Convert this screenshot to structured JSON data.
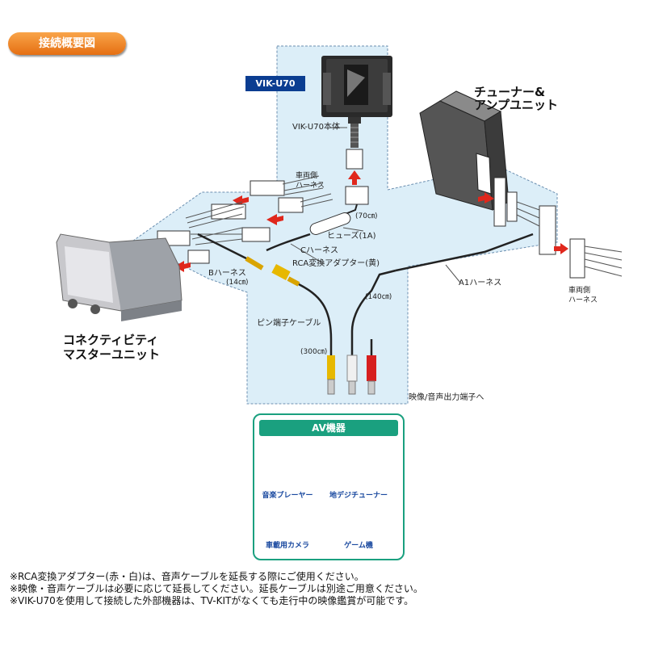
{
  "title": "接続概要図",
  "badge": "VIK-U70",
  "labels": {
    "vik_body": "VIK-U70本体",
    "vehicle_harness_top": [
      "車両側",
      "ハーネス"
    ],
    "len_70": "(70㎝)",
    "fuse": "ヒューズ(1A)",
    "c_harness": "Cハーネス",
    "rca_yellow": "RCA変換アダプター(黄)",
    "b_harness": "Bハーネス",
    "len_14": "(14㎝)",
    "a1_harness": "A1ハーネス",
    "len_140": "(140㎝)",
    "pin_cable": "ピン端子ケーブル",
    "len_300": "(300㎝)",
    "av_output": "映像/音声出力端子へ",
    "tuner_unit": [
      "チューナー&",
      "アンプユニット"
    ],
    "vehicle_harness_right": [
      "車両側",
      "ハーネス"
    ],
    "connectivity_unit": [
      "コネクティビティ",
      "マスターユニット"
    ]
  },
  "av_devices": {
    "heading": "AV機器",
    "items": [
      "音楽プレーヤー",
      "地デジチューナー",
      "車載用カメラ",
      "ゲーム機"
    ]
  },
  "notes": [
    "※RCA変換アダプター(赤・白)は、音声ケーブルを延長する際にご使用ください。",
    "※映像・音声ケーブルは必要に応じて延長してください。延長ケーブルは別途ご用意ください。",
    "※VIK-U70を使用して接続した外部機器は、TV-KITがなくても走行中の映像鑑賞が可能です。"
  ],
  "colors": {
    "title_orange": "#e56f12",
    "badge_navy": "#0b3d91",
    "av_green": "#1aa07f",
    "arrow_red": "#e0271c",
    "panel_blue": "#dceef8"
  }
}
